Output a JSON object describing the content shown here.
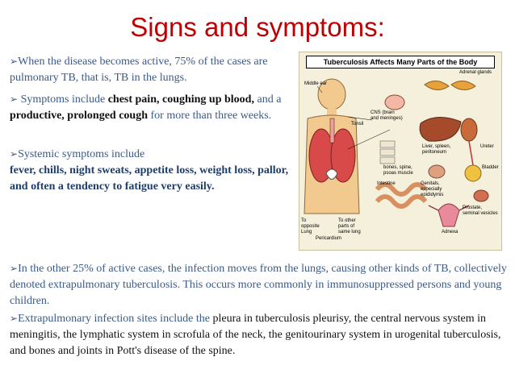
{
  "slide": {
    "title": "Signs and symptoms:",
    "bullet_glyph": "➢",
    "p1": "When the disease becomes active, 75% of the cases are pulmonary TB, that is, TB in the lungs.",
    "p2_a": " Symptoms include ",
    "p2_b": "chest pain, coughing up blood,",
    "p2_c": " and  a ",
    "p2_d": "productive, prolonged cough",
    "p2_e": " for more than three weeks.",
    "p3_a": "Systemic  symptoms  include",
    "p3_b": " fever, chills, night sweats, appetite loss, weight loss, pallor, and often a tendency to  fatigue  very  easily.",
    "p4": "In the other 25% of active cases, the infection moves from the lungs, causing other kinds of TB, collectively denoted extrapulmonary tuberculosis. This occurs more commonly in immunosuppressed persons  and young  children.",
    "p5_a": "Extrapulmonary infection sites  include the ",
    "p5_b": " pleura in tuberculosis  pleurisy, the central nervous system in  meningitis, the lymphatic system  in  scrofula of the neck, the genitourinary system in  urogenital tuberculosis, and  bones and joints in Pott's disease  of the spine."
  },
  "figure": {
    "title": "Tuberculosis Affects Many Parts of the Body",
    "labels": {
      "middle_ear": "Middle ear",
      "cns": "CNS (brain and meninges)",
      "tonsil": "Tonsil",
      "adrenal": "Adrenal glands",
      "liver": "Liver, spleen, peritoneum",
      "ureter": "Ureter",
      "bladder": "Bladder",
      "bones": "bones, spine, psoas muscle",
      "intestine": "Intestine",
      "genitals": "Genitals, especially epididymis",
      "prostate": "Prostate, seminal vesicles",
      "adnexa": "Adnexa",
      "to_opposite_lung": "To opposite Lung",
      "to_other_parts": "To other parts of same lung",
      "pericardium": "Pericardium"
    }
  }
}
